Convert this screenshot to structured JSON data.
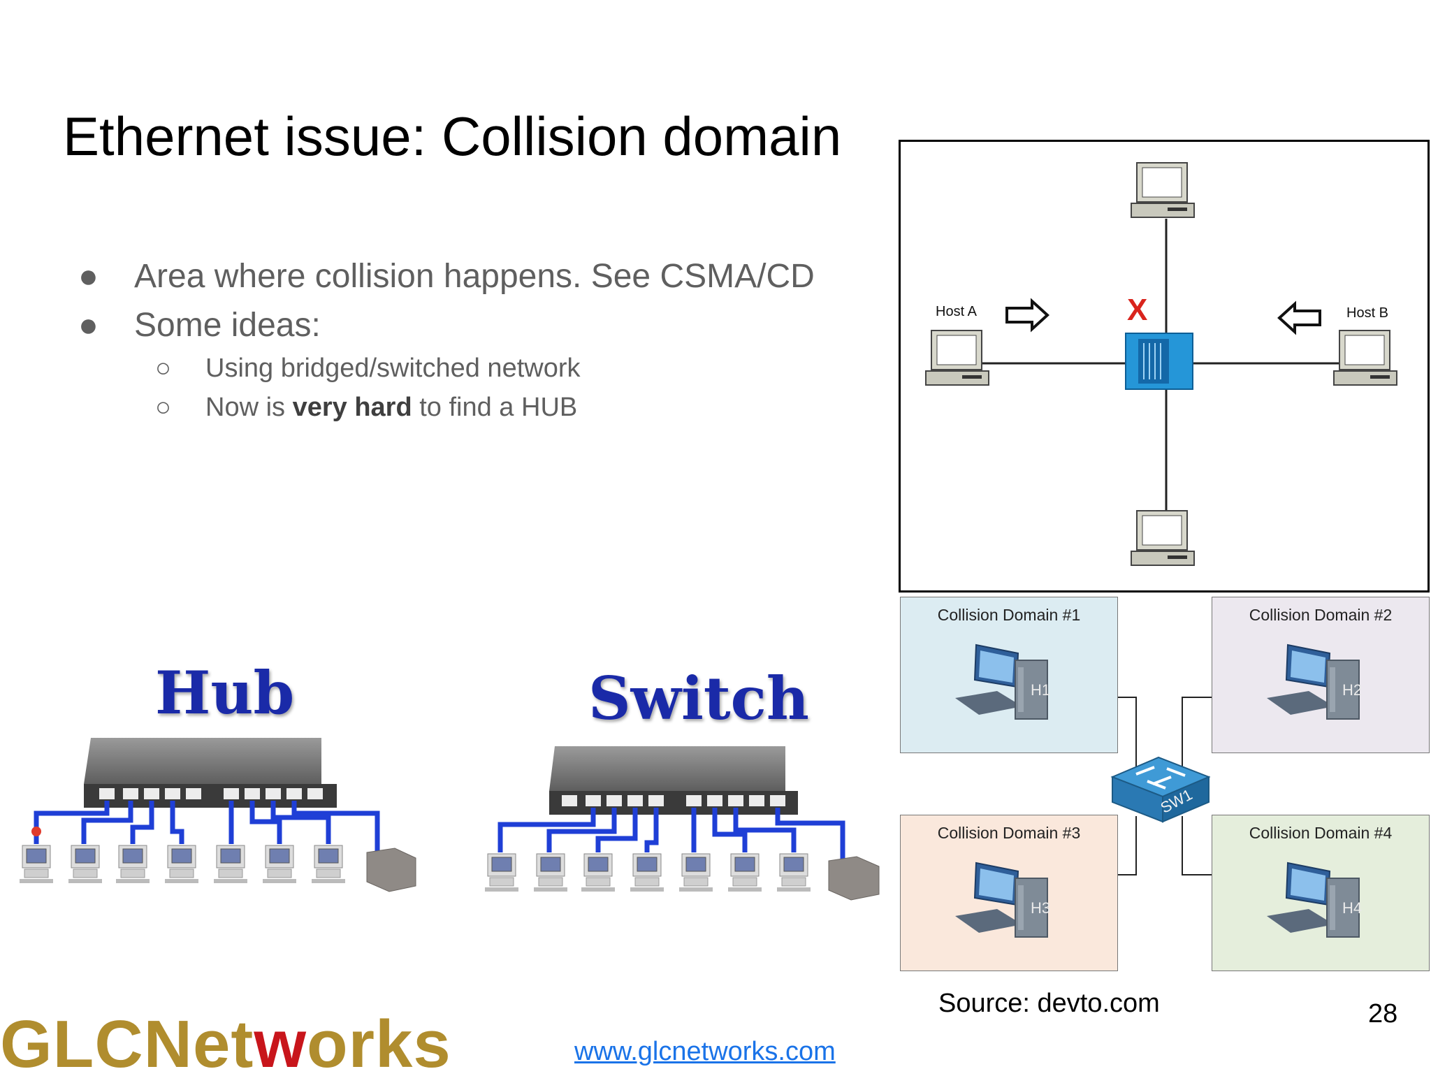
{
  "slide": {
    "title": "Ethernet issue: Collision domain",
    "bullets": [
      {
        "marker": "●",
        "text": "Area  where collision happens. See CSMA/CD"
      },
      {
        "marker": "●",
        "text": "Some ideas:"
      }
    ],
    "sub_bullets": [
      {
        "marker": "○",
        "text_parts": [
          "Using bridged/switched network"
        ]
      },
      {
        "marker": "○",
        "text_before": "Now is ",
        "text_bold": "very hard",
        "text_after": " to find a HUB"
      }
    ],
    "source": "Source: devto.com",
    "page_number": "28",
    "website": "www.glcnetworks.com",
    "logo": {
      "part1": "GLCNet",
      "part2": "w",
      "part3": "orks"
    }
  },
  "figures": {
    "hub_label": "Hub",
    "switch_label": "Switch",
    "collision_diagram": {
      "host_a": "Host A",
      "host_b": "Host B",
      "collision_mark": "X"
    },
    "domains": [
      {
        "title": "Collision Domain #1",
        "host": "H1"
      },
      {
        "title": "Collision Domain #2",
        "host": "H2"
      },
      {
        "title": "Collision Domain #3",
        "host": "H3"
      },
      {
        "title": "Collision Domain #4",
        "host": "H4"
      }
    ],
    "switch_name": "SW1"
  },
  "colors": {
    "bullet_gray": "#5f5f5f",
    "hub_label_blue": "#1a2aa8",
    "cable_blue": "#1f3fd6",
    "logo_gold": "#b08d2e",
    "logo_red": "#c8151b",
    "domain1_bg": "#dcecf2",
    "domain2_bg": "#ece8ef",
    "domain3_bg": "#fae8dc",
    "domain4_bg": "#e5eedc",
    "link_blue": "#1a73e8"
  }
}
